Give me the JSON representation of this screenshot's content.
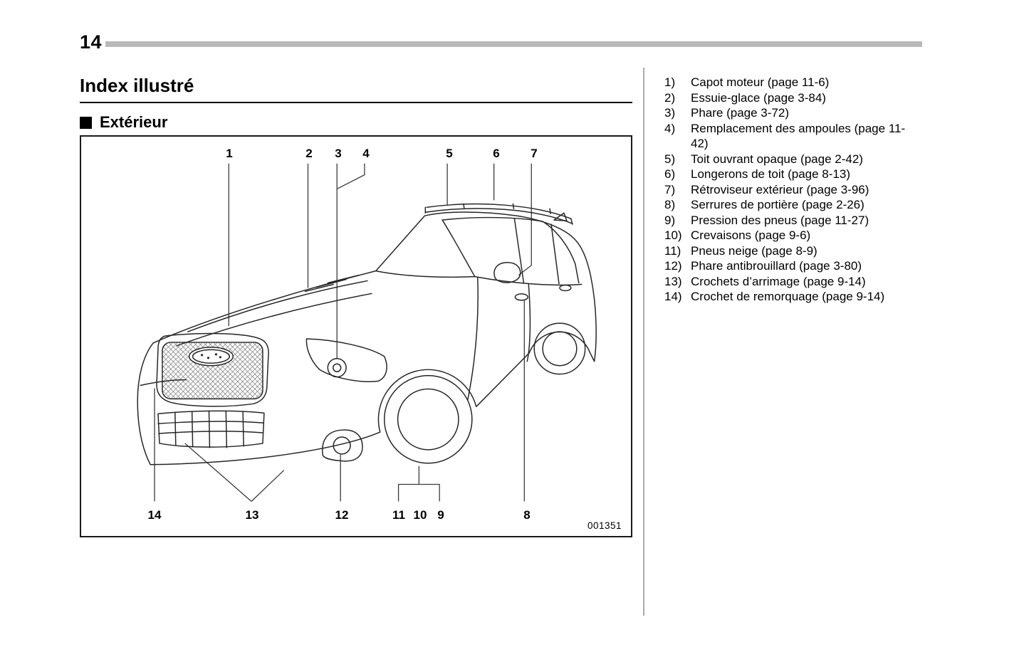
{
  "page": {
    "number": "14",
    "title": "Index illustré",
    "section_title": "Extérieur"
  },
  "figure": {
    "code": "001351",
    "callouts_top": [
      "1",
      "2",
      "3",
      "4",
      "5",
      "6",
      "7"
    ],
    "callouts_bottom": [
      "14",
      "13",
      "12",
      "11",
      "10",
      "9",
      "8"
    ]
  },
  "legend": {
    "items": [
      {
        "num": "1)",
        "text": "Capot moteur (page 11-6)"
      },
      {
        "num": "2)",
        "text": "Essuie-glace (page 3-84)"
      },
      {
        "num": "3)",
        "text": "Phare (page 3-72)"
      },
      {
        "num": "4)",
        "text": "Remplacement des ampoules (page 11-42)"
      },
      {
        "num": "5)",
        "text": "Toit ouvrant opaque (page 2-42)"
      },
      {
        "num": "6)",
        "text": "Longerons de toit (page 8-13)"
      },
      {
        "num": "7)",
        "text": "Rétroviseur extérieur (page 3-96)"
      },
      {
        "num": "8)",
        "text": "Serrures de portière (page 2-26)"
      },
      {
        "num": "9)",
        "text": "Pression des pneus (page 11-27)"
      },
      {
        "num": "10)",
        "text": "Crevaisons (page 9-6)"
      },
      {
        "num": "11)",
        "text": "Pneus neige (page 8-9)"
      },
      {
        "num": "12)",
        "text": "Phare antibrouillard (page 3-80)"
      },
      {
        "num": "13)",
        "text": "Crochets d’arrimage (page 9-14)"
      },
      {
        "num": "14)",
        "text": "Crochet de remorquage (page 9-14)"
      }
    ]
  }
}
